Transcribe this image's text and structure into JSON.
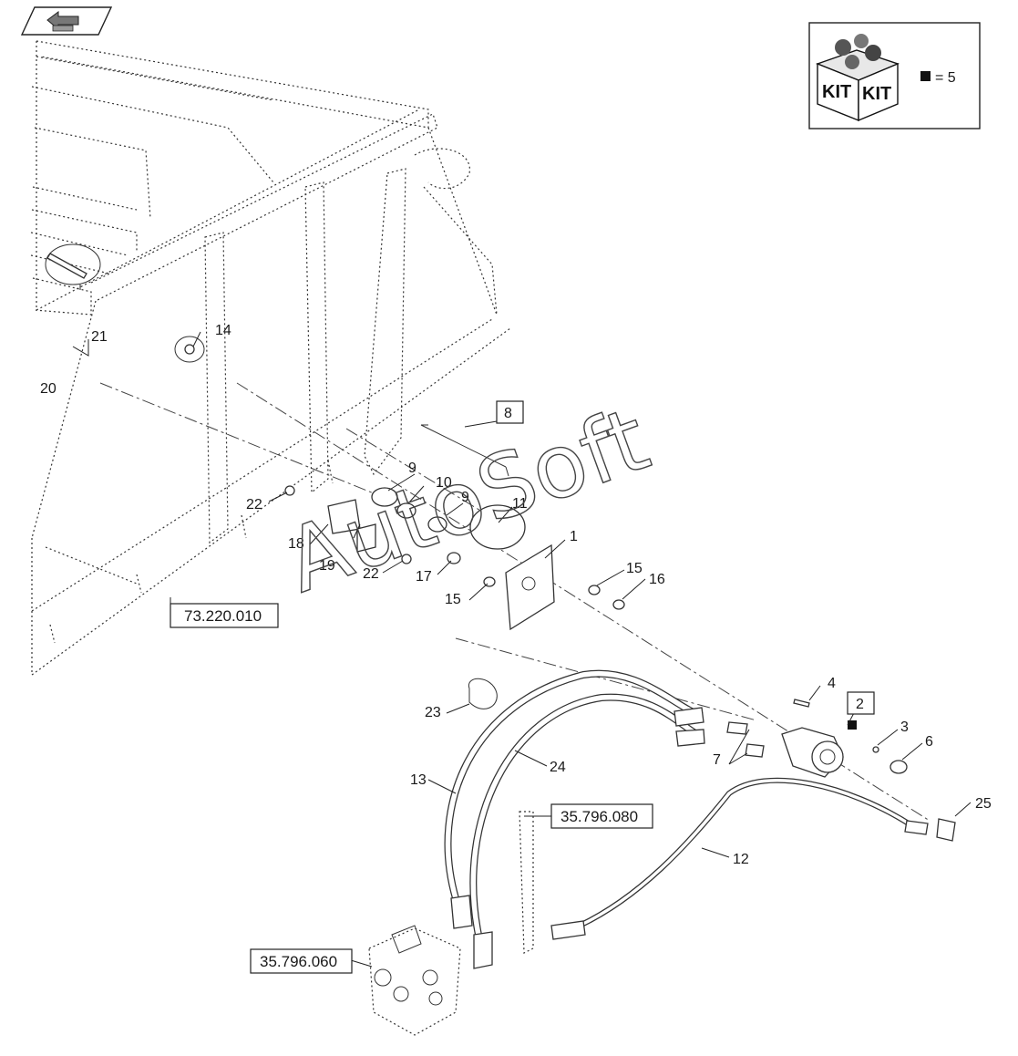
{
  "nav": {
    "icon": "back-arrow-icon"
  },
  "kit_box": {
    "left_label": "KIT",
    "right_label": "KIT",
    "equation": "= 5"
  },
  "watermark": "AutoSoft",
  "callouts": {
    "c1": "1",
    "c2": "2",
    "c3": "3",
    "c4": "4",
    "c6": "6",
    "c7": "7",
    "c8": "8",
    "c9a": "9",
    "c9b": "9",
    "c10": "10",
    "c11": "11",
    "c12": "12",
    "c13": "13",
    "c14": "14",
    "c15a": "15",
    "c15b": "15",
    "c16": "16",
    "c17": "17",
    "c18": "18",
    "c19": "19",
    "c20": "20",
    "c21": "21",
    "c22a": "22",
    "c22b": "22",
    "c23": "23",
    "c24": "24",
    "c25": "25"
  },
  "refs": {
    "r1": "73.220.010",
    "r2": "35.796.080",
    "r3": "35.796.060"
  }
}
